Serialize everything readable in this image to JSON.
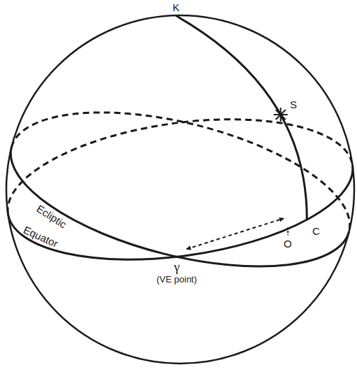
{
  "diagram": {
    "labels": [
      "K",
      "S",
      "Equator",
      "Ecliptic",
      "γ",
      "(VE point)",
      "O",
      "C"
    ]
  }
}
